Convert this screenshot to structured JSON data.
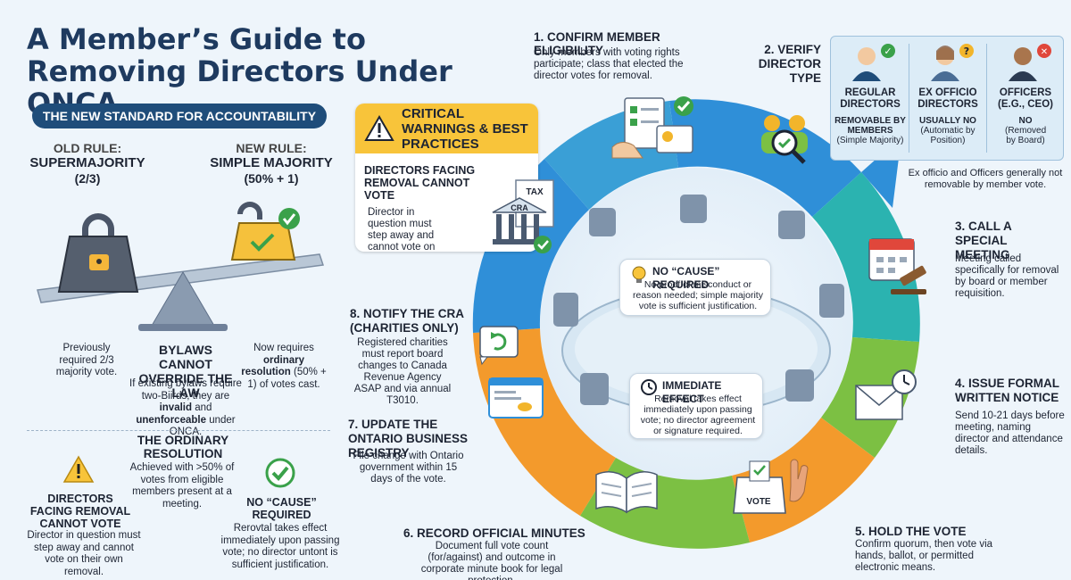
{
  "title": "A Member’s Guide to Removing Directors Under ONCA",
  "banner": "THE NEW STANDARD FOR ACCOUNTABILITY",
  "old_rule": {
    "label": "OLD RULE:",
    "value": "SUPERMAJORITY",
    "sub": "(2/3)",
    "note": "Previously required 2/3 majority vote."
  },
  "new_rule": {
    "label": "NEW RULE:",
    "value": "SIMPLE MAJORITY",
    "sub": "(50% + 1)",
    "note_pre": "Now requires",
    "note_bold": "ordinary resolution",
    "note_post": "(50% + 1) of votes cast."
  },
  "bylaws": {
    "heading": "BYLAWS CANNOT OVERRIDE THE LAW",
    "text_pre": "If existing bylaws require two-Biirds, they are",
    "invalid": "invalid",
    "and": "and",
    "unenforceable": "unenforceable",
    "text_post": "under ONCA."
  },
  "ordinary": {
    "heading": "THE ORDINARY RESOLUTION",
    "text": "Achieved with >50% of votes from eligible members present at a meeting."
  },
  "left_directors": {
    "heading": "DIRECTORS FACING REMOVAL CANNOT VOTE",
    "text": "Director in question must step away and cannot vote on their own removal."
  },
  "left_cause": {
    "heading": "NO “CAUSE” REQUIRED",
    "text": "Rerovtal takes effect immediately upon passing vote; no director untont is sufficient justification."
  },
  "warnings": {
    "heading": "CRITICAL WARNINGS & BEST PRACTICES",
    "sub_heading": "DIRECTORS FACING REMOVAL CANNOT VOTE",
    "text": "Director in question must step away and cannot vote on their own removal."
  },
  "steps": [
    {
      "heading": "1. CONFIRM MEMBER ELIGIBILITY",
      "text": "Only members with voting rights participate; class that elected the director votes for removal."
    },
    {
      "heading": "2. VERIFY DIRECTOR TYPE",
      "text": ""
    },
    {
      "heading": "3. CALL A SPECIAL MEETING",
      "text": "Meeting called specifically for removal by board or member requisition."
    },
    {
      "heading": "4. ISSUE FORMAL WRITTEN NOTICE",
      "text": "Send 10-21 days before meeting, naming director and attendance details."
    },
    {
      "heading": "5. HOLD THE VOTE",
      "text": "Confirm quorum, then vote via hands, ballot, or permitted electronic means."
    },
    {
      "heading": "6. RECORD OFFICIAL MINUTES",
      "text": "Document full vote count (for/against) and outcome in corporate minute book for legal protection."
    },
    {
      "heading": "7. UPDATE THE ONTARIO BUSINESS REGISTRY",
      "text": "File change with Ontario government within 15 days of the vote."
    },
    {
      "heading": "8. NOTIFY THE CRA (CHARITIES ONLY)",
      "text": "Registered charities must report board changes to Canada Revenue Agency ASAP and via annual T3010."
    }
  ],
  "director_types": [
    {
      "name": "REGULAR DIRECTORS",
      "status": "REMOVABLE BY MEMBERS",
      "status_sub": "(Simple Majority)",
      "badge": "✓",
      "badge_color": "#3aa14a"
    },
    {
      "name": "EX OFFICIO DIRECTORS",
      "status": "USUALLY NO",
      "status_sub": "(Automatic by Position)",
      "badge": "?",
      "badge_color": "#f2b52b"
    },
    {
      "name": "OFFICERS (e.g., CEO)",
      "status": "NO",
      "status_sub": "(Removed by Board)",
      "badge": "✕",
      "badge_color": "#e0473b"
    }
  ],
  "director_note": "Ex officio and Officers generally not removable by member vote.",
  "center_cause": {
    "heading": "NO “CAUSE” REQUIRED",
    "text": "No proof of misconduct or reason needed; simple majority vote is sufficient justification."
  },
  "center_effect": {
    "heading": "IMMEDIATE EFFECT",
    "text": "Removal takes effect immediately upon passing vote; no director agreement or signature required."
  },
  "icons": {
    "tax_label": "TAX",
    "cra_label": "CRA",
    "vote_label": "VOTE"
  },
  "colors": {
    "navy": "#1f4d7a",
    "blue": "#2f8fd8",
    "green": "#7cc043",
    "orange": "#f39a2c",
    "yellow": "#f8c43a",
    "teal": "#2bb3b0"
  }
}
